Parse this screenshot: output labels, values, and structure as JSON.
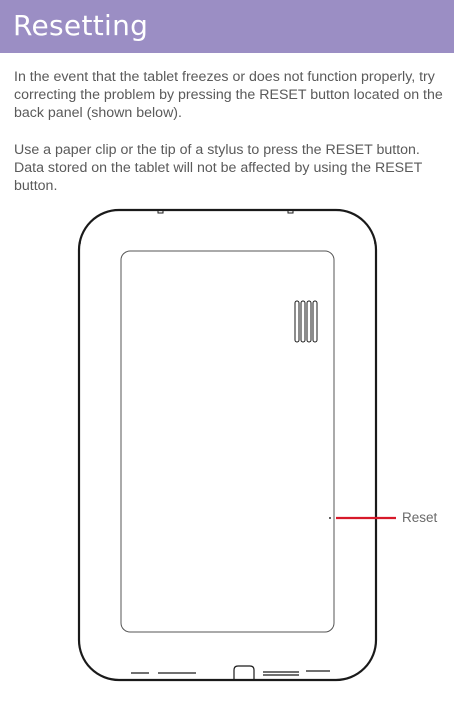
{
  "header": {
    "title": "Resetting",
    "background_color": "#9b8ec4"
  },
  "body": {
    "paragraph_1": "In the event that the tablet freezes or does not function properly, try correcting the problem by pressing the RESET button located on the back panel (shown below).",
    "paragraph_2": "Use a paper clip or the tip of a stylus to press the RESET button. Data stored on the tablet will not be affected by using the RESET button."
  },
  "illustration": {
    "subject": "tablet back panel",
    "callout_label": "Reset",
    "callout_color": "#d7192a"
  }
}
